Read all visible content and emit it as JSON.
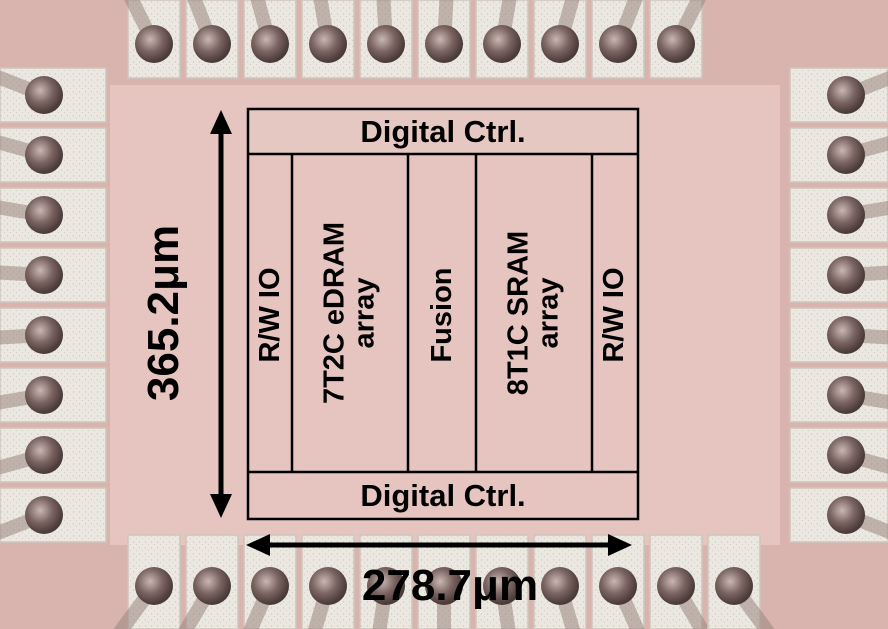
{
  "die_photo": {
    "colors": {
      "substrate": "#d9b3ad",
      "pad_frame": "#e9e6df",
      "bond_ball": "#6e5a57",
      "wire": "#9a8680",
      "block_line": "#000000"
    }
  },
  "floorplan": {
    "top_block": "Digital Ctrl.",
    "bottom_block": "Digital Ctrl.",
    "columns": [
      {
        "lines": [
          "R/W IO"
        ]
      },
      {
        "lines": [
          "7T2C eDRAM",
          "array"
        ]
      },
      {
        "lines": [
          "Fusion"
        ]
      },
      {
        "lines": [
          "8T1C SRAM",
          "array"
        ]
      },
      {
        "lines": [
          "R/W IO"
        ]
      }
    ]
  },
  "dimensions": {
    "height": "365.2μm",
    "width": "278.7μm"
  }
}
